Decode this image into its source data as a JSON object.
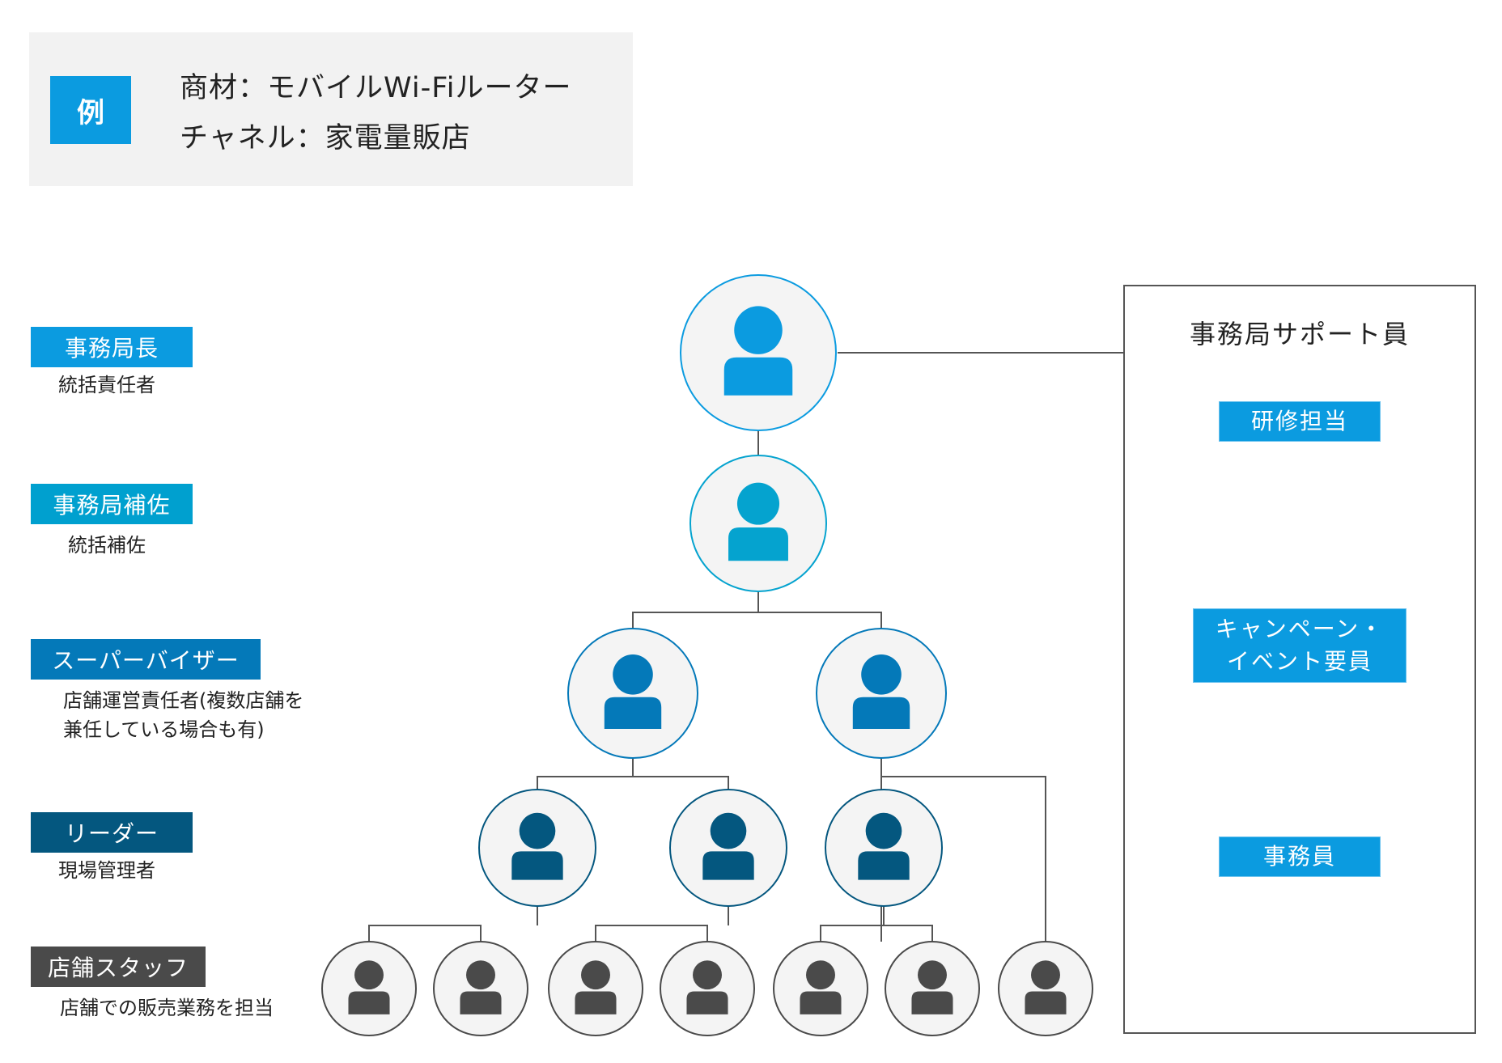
{
  "example": {
    "badge": "例",
    "line1": "商材：モバイルWi-Fiルーター",
    "line2": "チャネル：家電量販店"
  },
  "roles": [
    {
      "label": "事務局長",
      "desc": "統括責任者",
      "color": "#0b9be0"
    },
    {
      "label": "事務局補佐",
      "desc": "統括補佐",
      "color": "#00a0cf"
    },
    {
      "label": "スーパーバイザー",
      "desc": "店舗運営責任者(複数店舗を",
      "desc2": "兼任している場合も有)",
      "color": "#0479b9"
    },
    {
      "label": "リーダー",
      "desc": "現場管理者",
      "color": "#04577f"
    },
    {
      "label": "店舗スタッフ",
      "desc": "店舗での販売業務を担当",
      "color": "#4a4a4a"
    }
  ],
  "support": {
    "title": "事務局サポート員",
    "groups": [
      {
        "label": "研修担当"
      },
      {
        "label": "キャンペーン・",
        "label2": "イベント要員"
      },
      {
        "label": "事務員"
      }
    ]
  },
  "colors": {
    "director": "#0b9be0",
    "assistant": "#05a3cf",
    "supervisor": "#0479b9",
    "leader": "#04577f",
    "staff": "#4a4a4a",
    "support": "#0b9be0",
    "circle_fill": "#f4f4f4",
    "line": "#555555"
  }
}
